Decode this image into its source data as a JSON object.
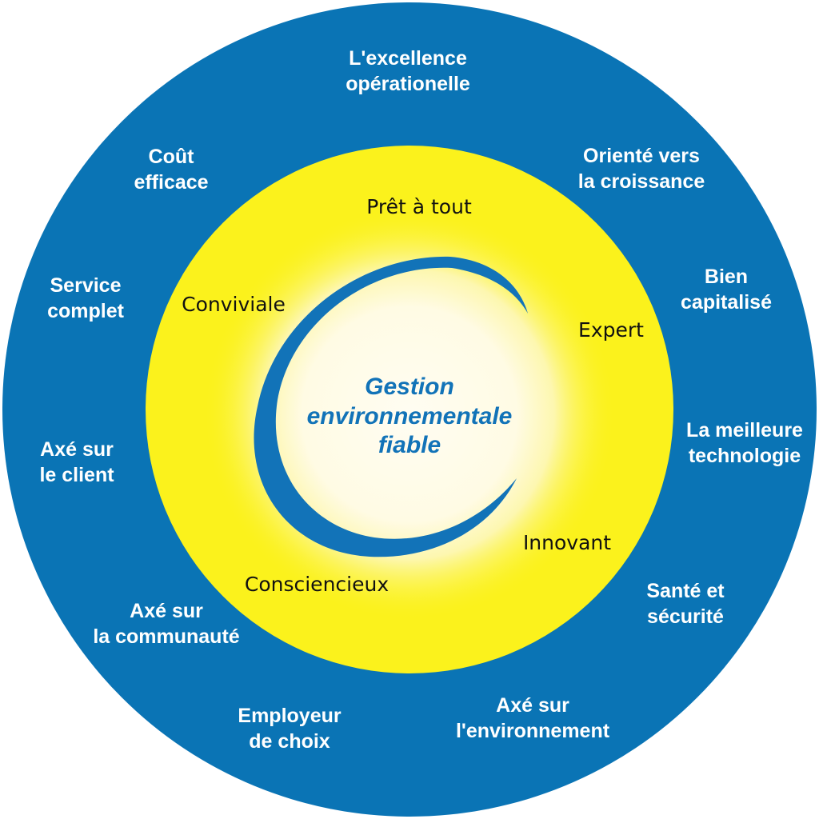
{
  "colors": {
    "outer_ring": "#0a74b5",
    "inner_ring": "#fbf21c",
    "center_glow": "#fffbe4",
    "swirl": "#1273b8",
    "outer_text": "#ffffff",
    "inner_text": "#111111",
    "core_text": "#1273b8"
  },
  "center": {
    "lines": [
      "Gestion",
      "environnementale",
      "fiable"
    ]
  },
  "inner_values": {
    "ready": "Prêt à tout",
    "expert": "Expert",
    "innovative": "Innovant",
    "conscientious": "Consciencieux",
    "friendly": "Conviviale"
  },
  "outer_values": {
    "excellence": [
      "L'excellence",
      "opérationelle"
    ],
    "growth": [
      "Orienté vers",
      "la croissance"
    ],
    "capitalized": [
      "Bien",
      "capitalisé"
    ],
    "technology": [
      "La meilleure",
      "technologie"
    ],
    "health": [
      "Santé et",
      "sécurité"
    ],
    "environment": [
      "Axé sur",
      "l'environnement"
    ],
    "employer": [
      "Employeur",
      "de choix"
    ],
    "community": [
      "Axé sur",
      "la communauté"
    ],
    "client": [
      "Axé sur",
      "le client"
    ],
    "service": [
      "Service",
      "complet"
    ],
    "cost": [
      "Coût",
      "efficace"
    ]
  }
}
